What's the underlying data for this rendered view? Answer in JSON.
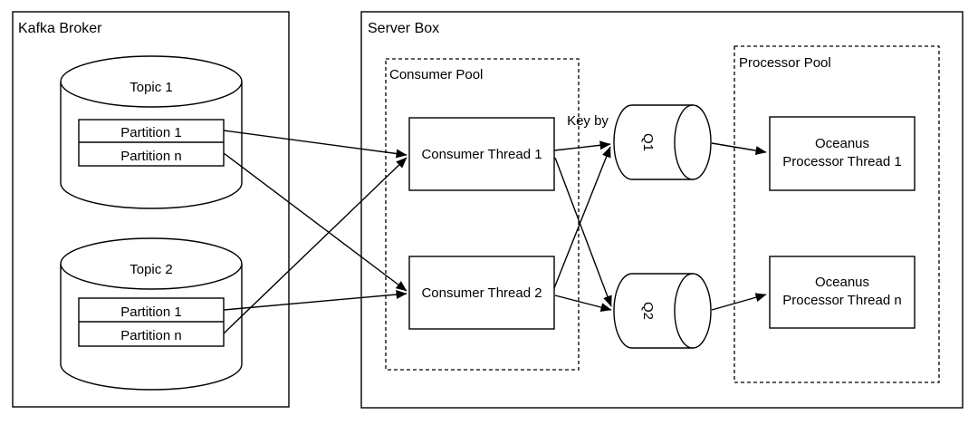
{
  "diagram": {
    "kafka": {
      "title": "Kafka Broker",
      "topic1": {
        "name": "Topic 1",
        "partition1": "Partition 1",
        "partition_n": "Partition n"
      },
      "topic2": {
        "name": "Topic 2",
        "partition1": "Partition 1",
        "partition_n": "Partition n"
      }
    },
    "server": {
      "title": "Server Box",
      "consumer_pool": {
        "title": "Consumer Pool",
        "thread1": "Consumer Thread 1",
        "thread2": "Consumer Thread 2"
      },
      "key_by_label": "Key by",
      "queue1": "Q1",
      "queue2": "Q2",
      "processor_pool": {
        "title": "Processor Pool",
        "thread1_line1": "Oceanus",
        "thread1_line2": "Processor Thread 1",
        "threadn_line1": "Oceanus",
        "threadn_line2": "Processor Thread n"
      }
    },
    "colors": {
      "stroke": "#000000",
      "fill": "#ffffff",
      "background": "#ffffff"
    }
  }
}
